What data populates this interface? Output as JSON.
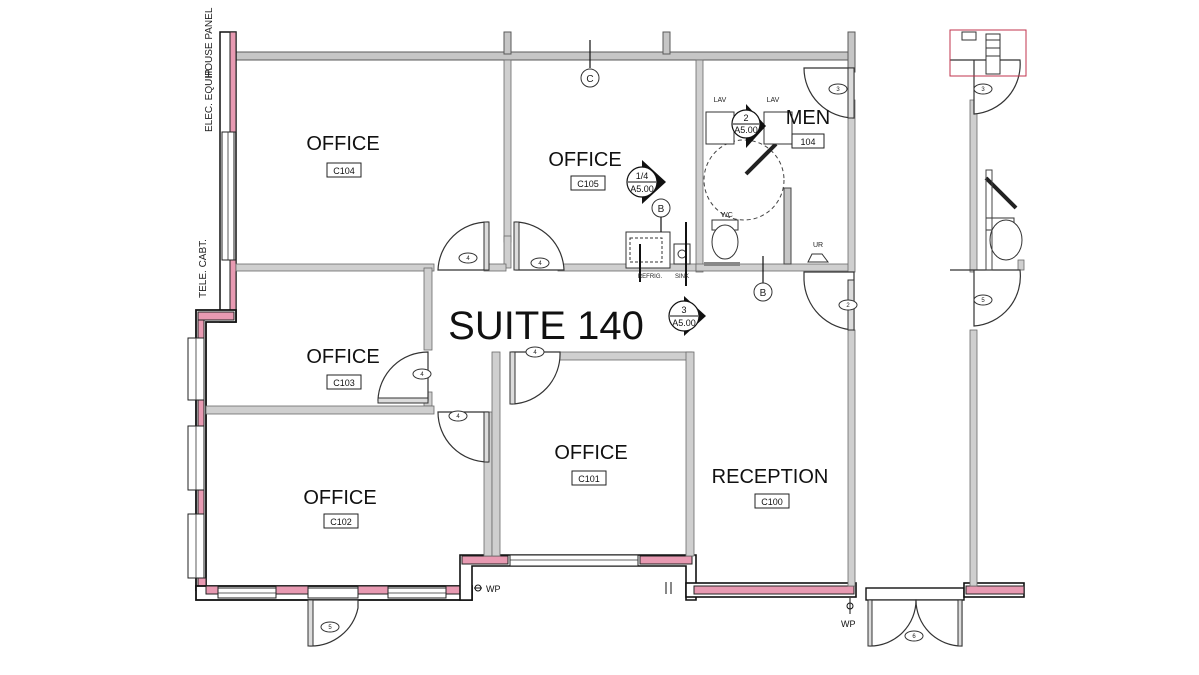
{
  "suite_label": "SUITE 140",
  "rooms": [
    {
      "name": "OFFICE",
      "number": "C104"
    },
    {
      "name": "OFFICE",
      "number": "C105"
    },
    {
      "name": "OFFICE",
      "number": "C103"
    },
    {
      "name": "OFFICE",
      "number": "C102"
    },
    {
      "name": "OFFICE",
      "number": "C101"
    },
    {
      "name": "RECEPTION",
      "number": "C100"
    },
    {
      "name": "MEN",
      "number": "104"
    }
  ],
  "vertical_labels": [
    "HOUSE PANEL",
    "ELEC. EQUIP.",
    "TELE. CABT."
  ],
  "grid_markers": [
    "C",
    "B",
    "B"
  ],
  "section_markers": [
    {
      "top": "1/4",
      "bottom": "A5.00"
    },
    {
      "top": "2",
      "bottom": "A5.00"
    },
    {
      "top": "3",
      "bottom": "A5.00"
    }
  ],
  "door_tags": [
    "4",
    "4",
    "4",
    "4",
    "4",
    "4",
    "3",
    "2",
    "5",
    "6",
    "3",
    "5"
  ],
  "fixture_labels": [
    "LAV",
    "LAV",
    "WC",
    "UR",
    "REFRIG.",
    "SINK"
  ],
  "wp_labels": [
    "WP",
    "WP",
    "WP"
  ]
}
